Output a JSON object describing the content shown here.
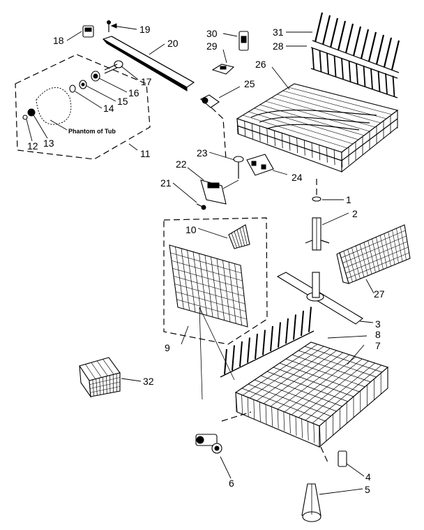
{
  "diagram": {
    "caption": "Phantom of Tub",
    "callouts": {
      "c1": "1",
      "c2": "2",
      "c3": "3",
      "c4": "4",
      "c5": "5",
      "c6": "6",
      "c7": "7",
      "c8": "8",
      "c9": "9",
      "c10": "10",
      "c11": "11",
      "c12": "12",
      "c13": "13",
      "c14": "14",
      "c15": "15",
      "c16": "16",
      "c17": "17",
      "c18": "18",
      "c19": "19",
      "c20": "20",
      "c21": "21",
      "c22": "22",
      "c23": "23",
      "c24": "24",
      "c25": "25",
      "c26": "26",
      "c27": "27",
      "c28": "28",
      "c29": "29",
      "c30": "30",
      "c31": "31",
      "c32": "32"
    }
  }
}
